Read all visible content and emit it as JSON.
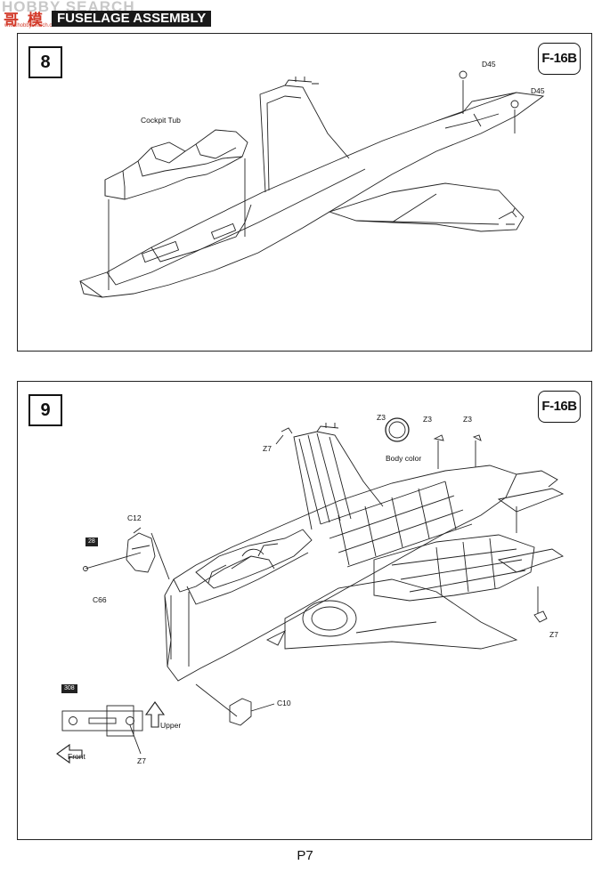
{
  "header": {
    "watermark": "HOBBY SEARCH",
    "logo_cn": "哥 模",
    "logo_url": "www.hobbysearch.com",
    "section_title": "FUSELAGE ASSEMBLY"
  },
  "steps": [
    {
      "number": "8",
      "variant": "F-16B",
      "labels": {
        "cockpit_tub": "Cockpit Tub",
        "d45_a": "D45",
        "d45_b": "D45"
      }
    },
    {
      "number": "9",
      "variant": "F-16B",
      "labels": {
        "z7_top": "Z7",
        "z3_a": "Z3",
        "z3_b": "Z3",
        "z3_c": "Z3",
        "body_color": "Body color",
        "c12": "C12",
        "c66": "C66",
        "c10": "C10",
        "z7_right": "Z7",
        "upper": "Upper",
        "front": "Front",
        "z7_inset": "Z7"
      },
      "color_refs": {
        "c66_ref": "28",
        "inset_ref": "308"
      }
    }
  ],
  "page": {
    "number": "P7"
  }
}
